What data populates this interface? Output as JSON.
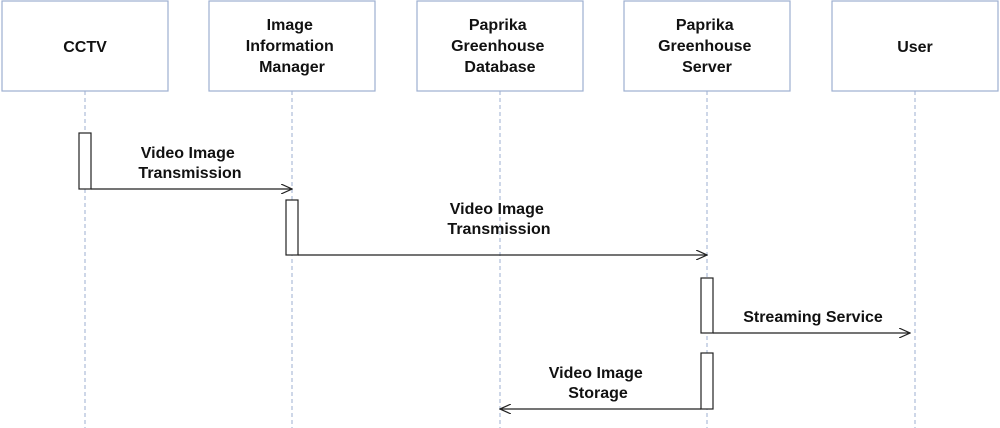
{
  "diagram": {
    "actors": [
      {
        "id": "cctv",
        "label_lines": [
          "CCTV"
        ]
      },
      {
        "id": "image-information-manager",
        "label_lines": [
          "Image",
          "Information",
          "Manager"
        ]
      },
      {
        "id": "paprika-greenhouse-database",
        "label_lines": [
          "Paprika",
          "Greenhouse",
          "Database"
        ]
      },
      {
        "id": "paprika-greenhouse-server",
        "label_lines": [
          "Paprika",
          "Greenhouse",
          "Server"
        ]
      },
      {
        "id": "user",
        "label_lines": [
          "User"
        ]
      }
    ],
    "messages": [
      {
        "from": 0,
        "to": 1,
        "label_lines": [
          "Video Image",
          "Transmission"
        ]
      },
      {
        "from": 1,
        "to": 3,
        "label_lines": [
          "Video Image",
          "Transmission"
        ]
      },
      {
        "from": 3,
        "to": 4,
        "label_lines": [
          "Streaming Service"
        ]
      },
      {
        "from": 3,
        "to": 2,
        "label_lines": [
          "Video Image",
          "Storage"
        ]
      }
    ],
    "colors": {
      "box_border": "#9dafd0",
      "lifeline": "#9dafd0",
      "line": "#222222",
      "text": "#111111"
    }
  }
}
